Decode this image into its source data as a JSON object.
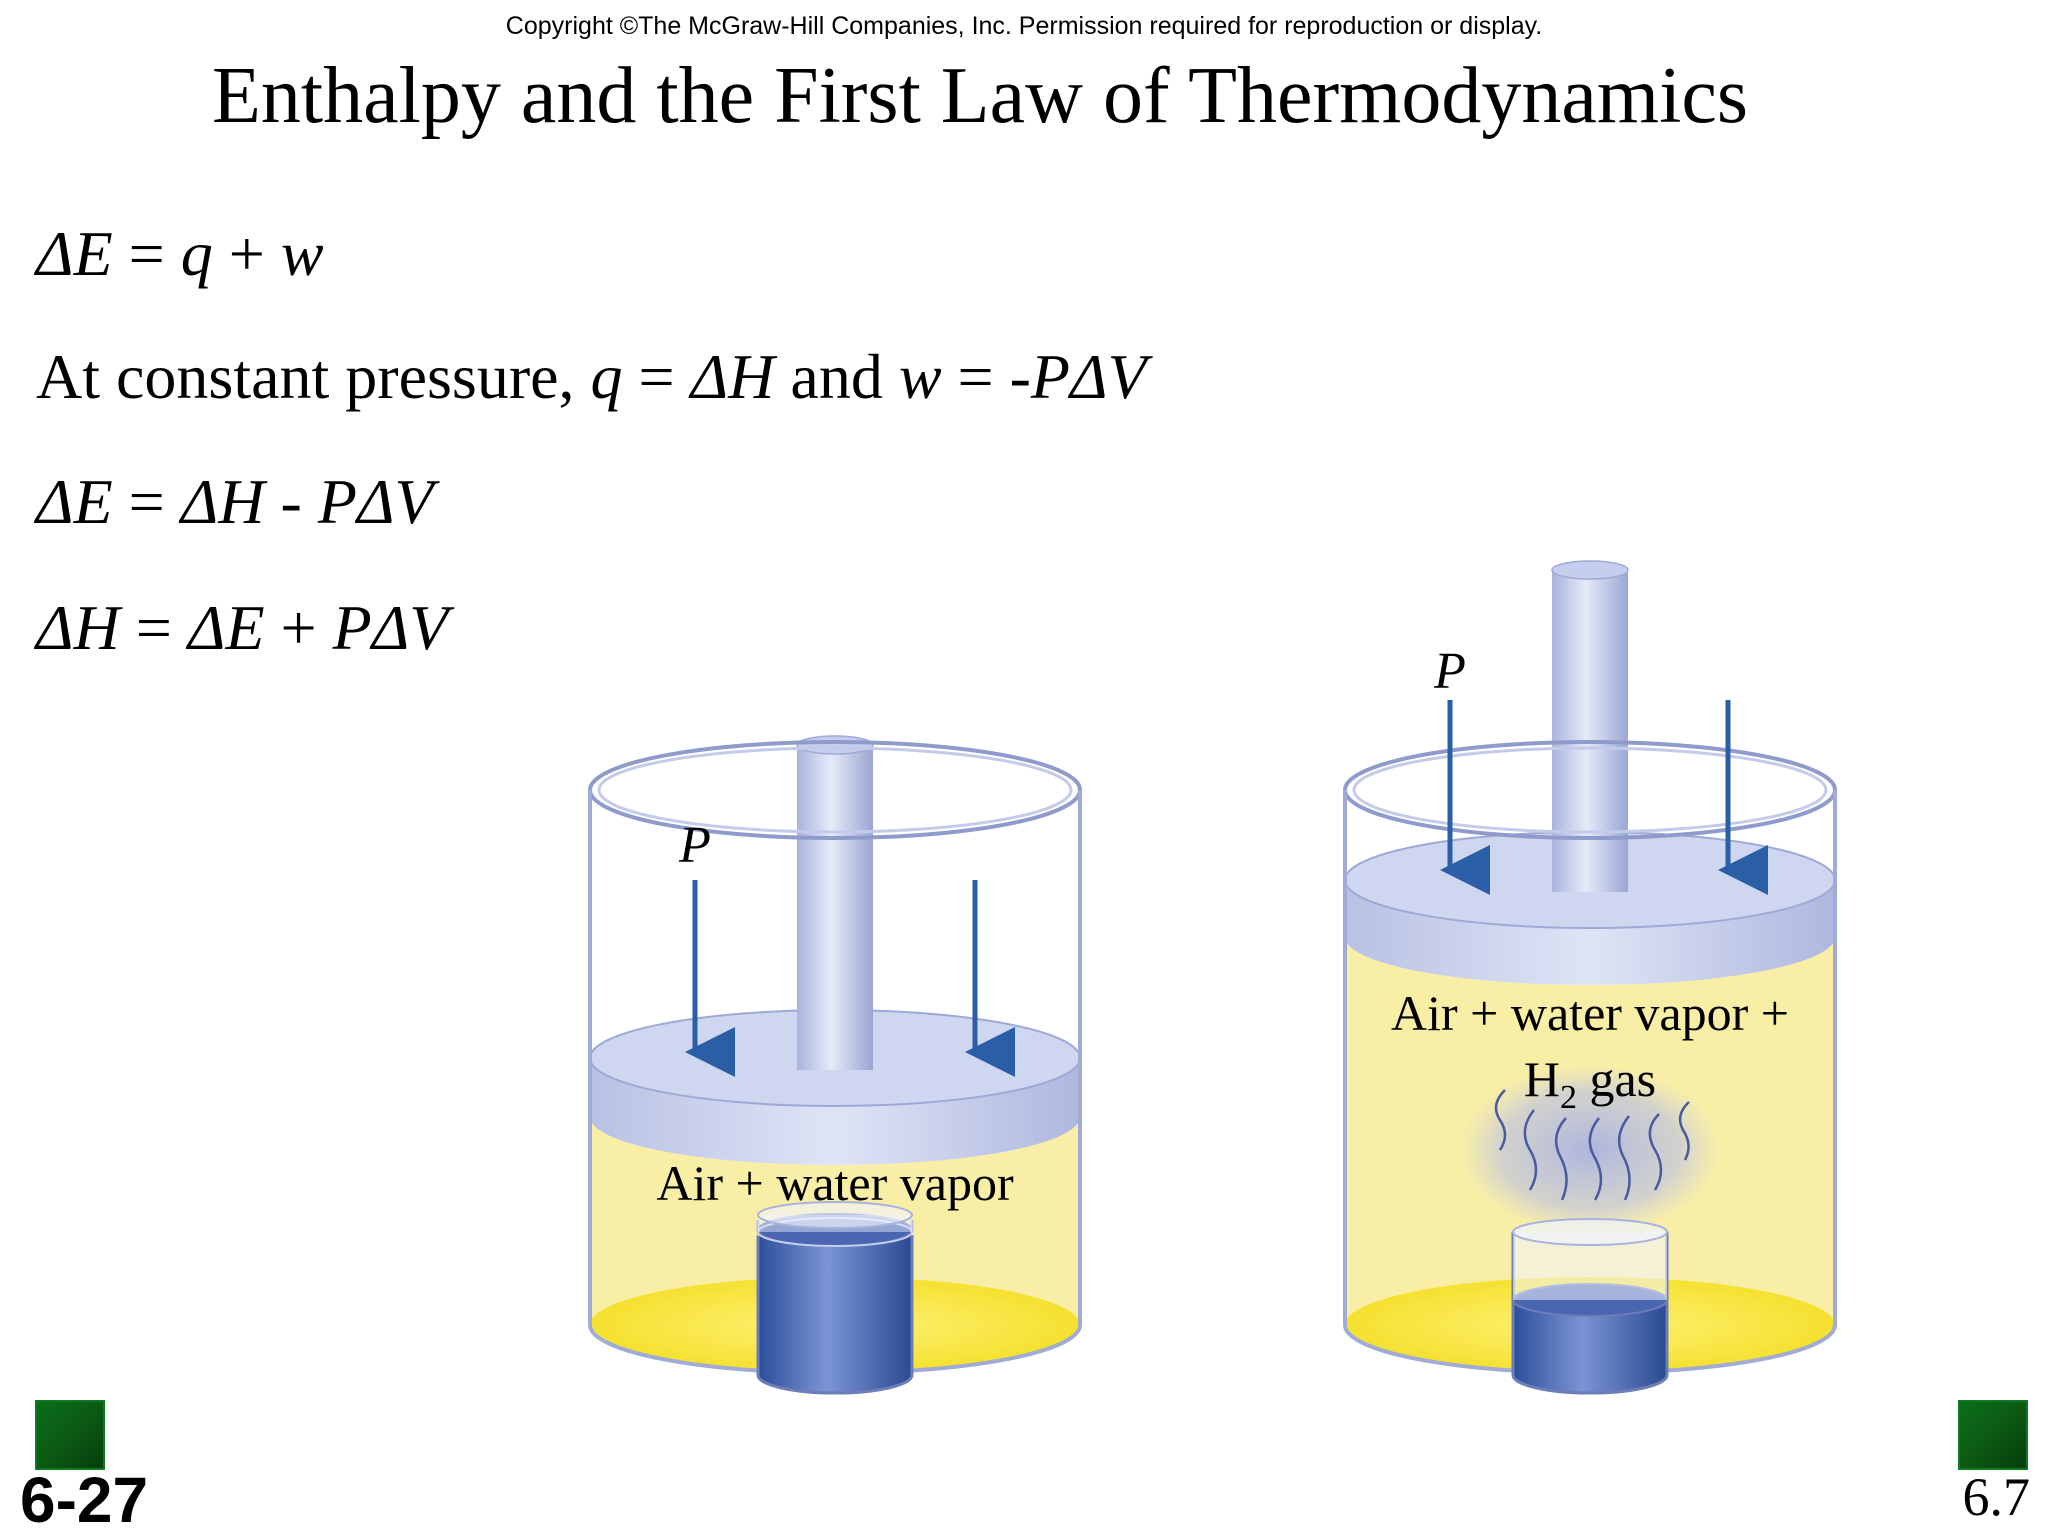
{
  "copyright": "Copyright ©The McGraw-Hill Companies, Inc.  Permission required for reproduction or display.",
  "title": "Enthalpy and the First Law of Thermodynamics",
  "equations": {
    "first_law": {
      "lhs": "ΔE",
      "op1": " = ",
      "a": "q",
      "op2": " + ",
      "b": "w"
    },
    "constant_pressure": {
      "prefix": "At constant pressure, ",
      "q": "q",
      "eq1": " = ",
      "dH": "ΔH",
      "and": " and ",
      "w": "w",
      "eq2": " = -",
      "pdv": "PΔV"
    },
    "energy_relation": {
      "lhs": "ΔE",
      "eq": " = ",
      "dH": "ΔH",
      "minus": " - ",
      "pdv": "PΔV"
    },
    "enthalpy_relation": {
      "lhs": "ΔH",
      "eq": " = ",
      "dE": "ΔE",
      "plus": " + ",
      "pdv": "PΔV"
    }
  },
  "diagram": {
    "left_cylinder": {
      "pressure_label": "P",
      "gas_label": "Air + water vapor"
    },
    "right_cylinder": {
      "pressure_label": "P",
      "gas_label_line1": "Air + water vapor +",
      "gas_label_h": "H",
      "gas_label_sub": "2",
      "gas_label_rest": " gas"
    }
  },
  "footer": {
    "slide_number": "6-27",
    "section_number": "6.7"
  },
  "colors": {
    "nav_button": "#0c5a14",
    "arrow": "#2a5fa8",
    "gas_fill": "#f7ec9a",
    "piston": "#c9d1ee"
  }
}
